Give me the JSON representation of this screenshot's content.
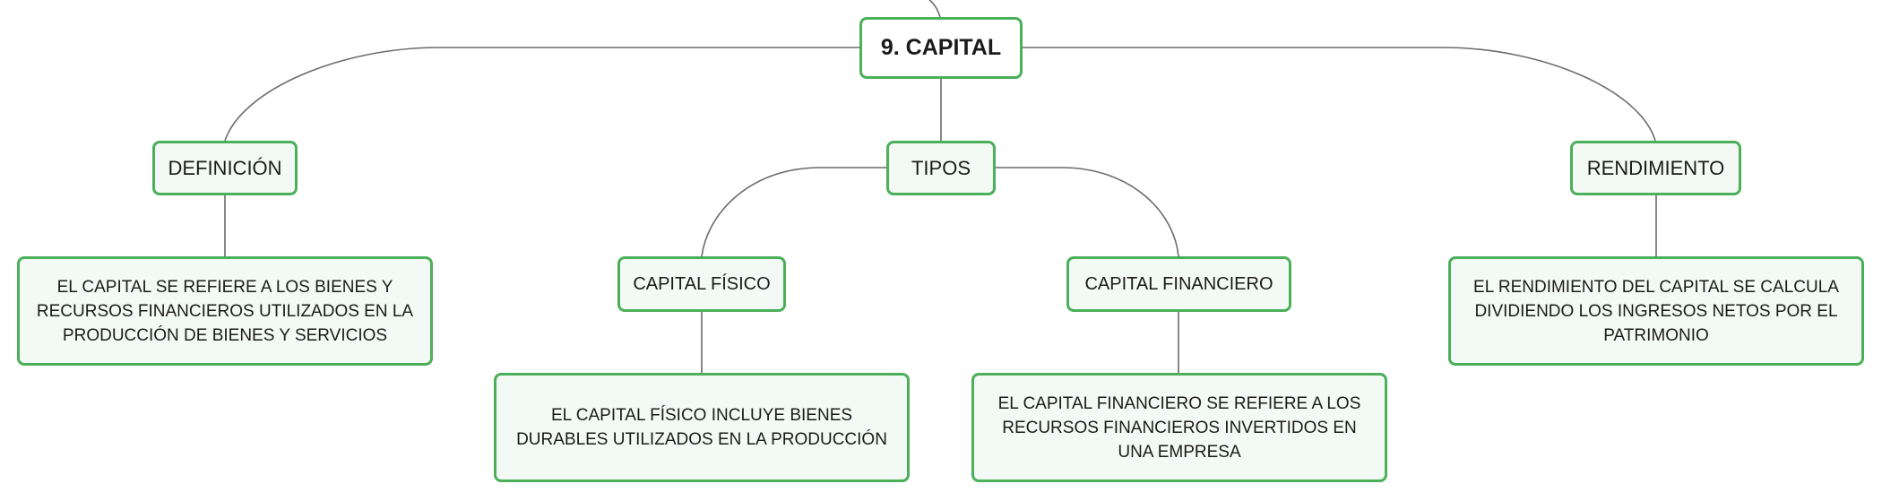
{
  "map": {
    "root": {
      "label": "9. CAPITAL"
    },
    "definicion": {
      "label": "DEFINICIÓN",
      "detail": "EL CAPITAL SE REFIERE A LOS BIENES Y RECURSOS FINANCIEROS UTILIZADOS EN LA PRODUCCIÓN DE BIENES Y SERVICIOS"
    },
    "tipos": {
      "label": "TIPOS",
      "fisico": {
        "label": "CAPITAL FÍSICO",
        "detail": "EL CAPITAL FÍSICO INCLUYE BIENES DURABLES UTILIZADOS EN LA PRODUCCIÓN"
      },
      "financiero": {
        "label": "CAPITAL FINANCIERO",
        "detail": "EL CAPITAL FINANCIERO SE REFIERE A LOS RECURSOS FINANCIEROS INVERTIDOS EN UNA EMPRESA"
      }
    },
    "rendimiento": {
      "label": "RENDIMIENTO",
      "detail": "EL RENDIMIENTO DEL CAPITAL SE CALCULA DIVIDIENDO LOS INGRESOS NETOS POR EL PATRIMONIO"
    }
  },
  "colors": {
    "node_border": "#4caf5a",
    "node_fill": "#f3faf5",
    "connector": "#6b6b6b"
  }
}
